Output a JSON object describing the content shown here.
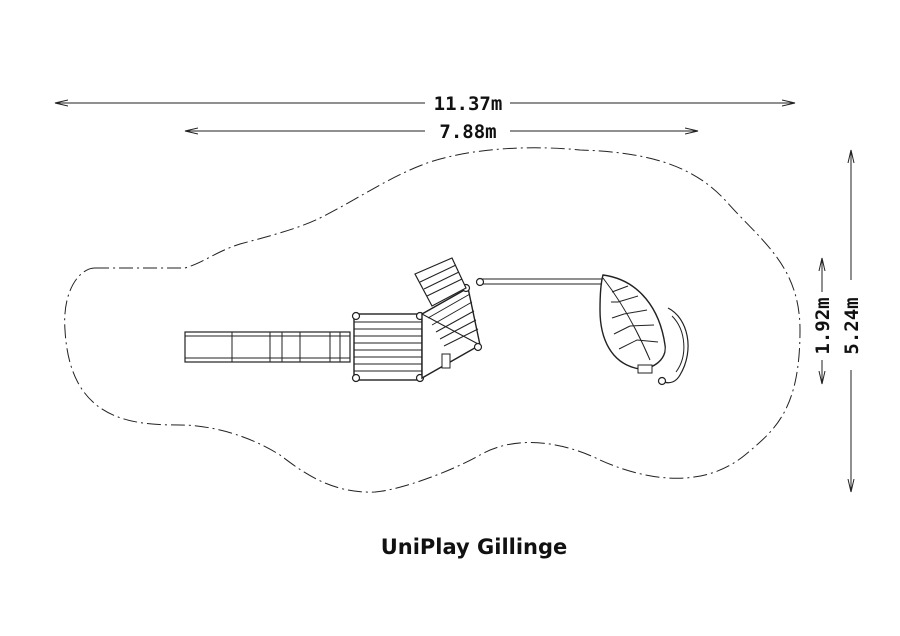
{
  "title": "UniPlay Gillinge",
  "dimensions": {
    "overall_width": "11.37m",
    "structure_width": "7.88m",
    "structure_depth": "1.92m",
    "overall_depth": "5.24m"
  },
  "colors": {
    "line": "#222222",
    "background": "#ffffff"
  }
}
